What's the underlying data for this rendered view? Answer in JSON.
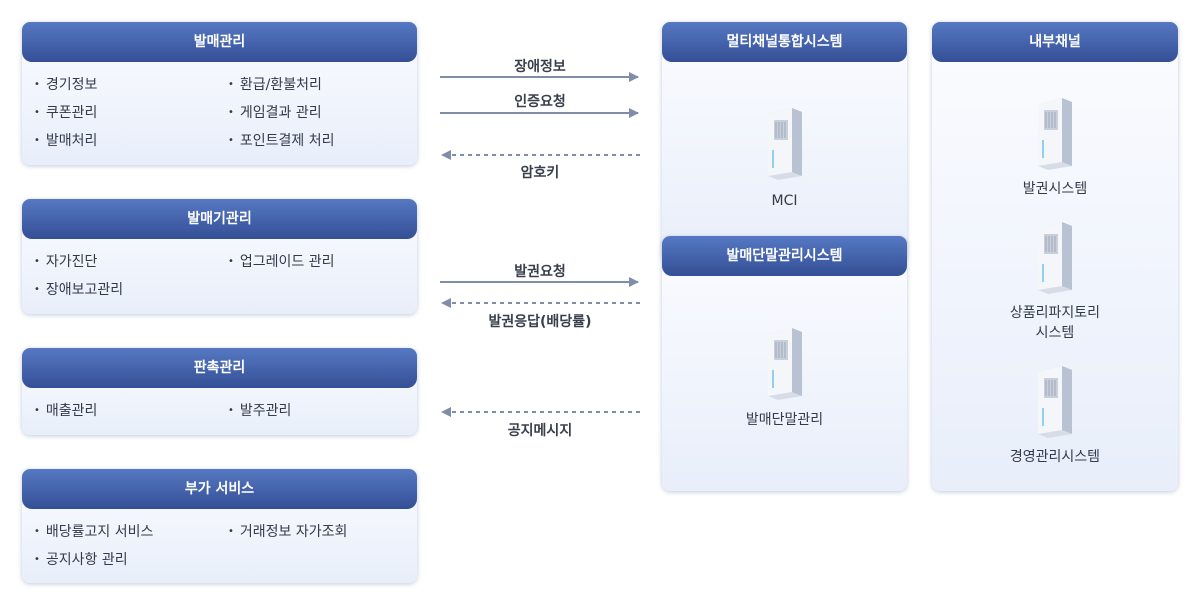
{
  "management_panels": [
    {
      "title": "발매관리",
      "items": [
        "경기정보",
        "환급/환불처리",
        "쿠폰관리",
        "게임결과 관리",
        "발매처리",
        "포인트결제 처리"
      ]
    },
    {
      "title": "발매기관리",
      "items": [
        "자가진단",
        "업그레이드 관리",
        "장애보고관리"
      ]
    },
    {
      "title": "판촉관리",
      "items": [
        "매출관리",
        "발주관리"
      ]
    },
    {
      "title": "부가 서비스",
      "items": [
        "배당률고지 서비스",
        "거래정보 자가조회",
        "공지사항 관리"
      ]
    }
  ],
  "flows": {
    "fault_info": "장애정보",
    "auth_request": "인증요청",
    "crypto_key": "암호키",
    "issue_request": "발권요청",
    "issue_response": "발권응답(배당률)",
    "notice_message": "공지메시지"
  },
  "systems": {
    "multichannel": {
      "title": "멀티채널통합시스템",
      "server_label": "MCI"
    },
    "terminal": {
      "title": "발매단말관리시스템",
      "server_label": "발매단말관리"
    },
    "internal": {
      "title": "내부채널",
      "servers": [
        "발권시스템",
        "상품리파지토리\n시스템",
        "경영관리시스템"
      ]
    }
  },
  "colors": {
    "header_top": "#5679c3",
    "header_bottom": "#344f96",
    "arrow": "#7f8da8",
    "panel_bg": "#eef2fb"
  },
  "icons": {
    "server": "server-tower-icon",
    "bullet": "bullet-dot-icon"
  }
}
